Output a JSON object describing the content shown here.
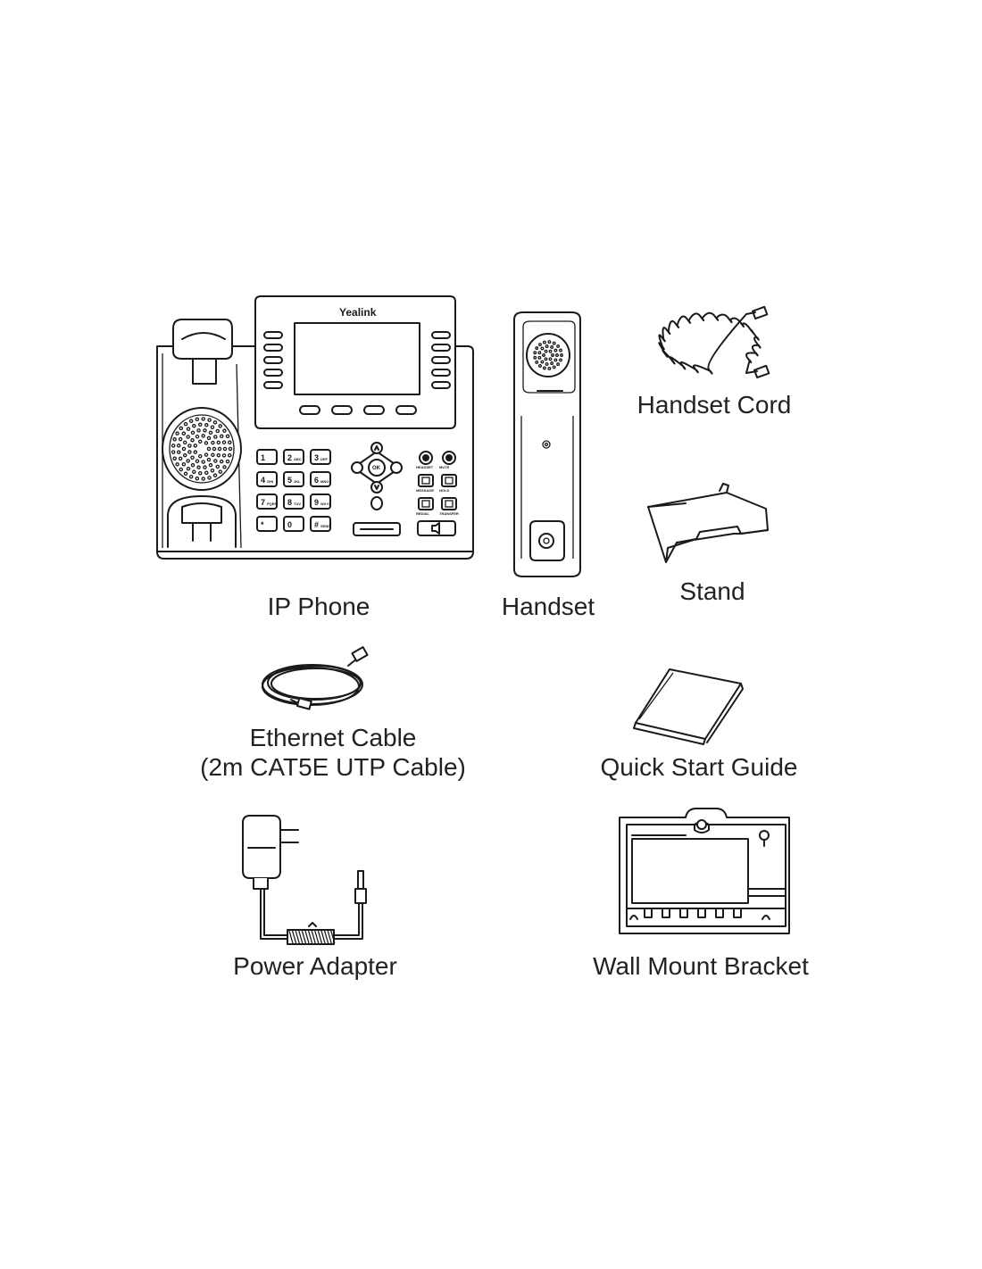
{
  "items": [
    {
      "id": "ip-phone",
      "label": "IP Phone",
      "icon": "ip-phone-icon"
    },
    {
      "id": "handset",
      "label": "Handset",
      "icon": "handset-icon"
    },
    {
      "id": "handset-cord",
      "label": "Handset Cord",
      "icon": "coiled-cord-icon"
    },
    {
      "id": "stand",
      "label": "Stand",
      "icon": "stand-icon"
    },
    {
      "id": "ethernet-cable",
      "label": "Ethernet Cable",
      "sublabel": "(2m CAT5E UTP Cable)",
      "icon": "ethernet-cable-icon"
    },
    {
      "id": "quick-start-guide",
      "label": "Quick Start Guide",
      "icon": "booklet-icon"
    },
    {
      "id": "power-adapter",
      "label": "Power Adapter",
      "icon": "power-adapter-icon"
    },
    {
      "id": "wall-mount-bracket",
      "label": "Wall Mount Bracket",
      "icon": "bracket-icon"
    }
  ],
  "phone": {
    "brand": "Yealink",
    "keys": [
      "1",
      "2",
      "3",
      "4",
      "5",
      "6",
      "7",
      "8",
      "9",
      "*",
      "0",
      "#"
    ],
    "key_subs": [
      "",
      "ABC",
      "DEF",
      "GHI",
      "JKL",
      "MNO",
      "PQRS",
      "TUV",
      "WXYZ",
      "",
      "",
      "SEND"
    ],
    "nav_ok": "OK",
    "function_labels": [
      "HEADSET",
      "MUTE",
      "MESSAGE",
      "HOLD",
      "REDIAL",
      "TRANSFER"
    ]
  },
  "colors": {
    "line": "#1a1a1a",
    "background": "#ffffff"
  }
}
